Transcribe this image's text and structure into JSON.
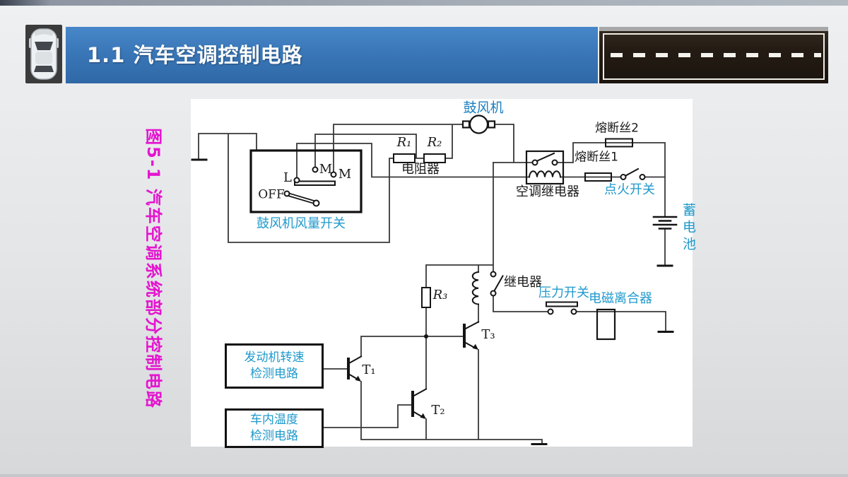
{
  "header": {
    "title": "1.1  汽车空调控制电路"
  },
  "caption": {
    "text": "图5-1  汽车空调系统部分控制电路"
  },
  "colors": {
    "header_blue": "#3a77b8",
    "road_dark": "#241c14",
    "caption_magenta": "#e415cf",
    "label_cyan": "#2099cb",
    "label_blue": "#1a7fc0",
    "label_black": "#1a1a1a",
    "wire": "#383838"
  },
  "circuit": {
    "blower": "鼓风机",
    "blower_switch": "鼓风机风量开关",
    "sw_l": "L",
    "sw_m1": "M",
    "sw_m2": "M",
    "sw_off": "OFF",
    "r1": "R₁",
    "r2": "R₂",
    "r3": "R₃",
    "resistor": "电阻器",
    "ac_relay": "空调继电器",
    "fuse2": "熔断丝2",
    "fuse1": "熔断丝1",
    "ignition": "点火开关",
    "battery": "蓄电池",
    "relay": "继电器",
    "pressure_switch": "压力开关",
    "clutch": "电磁离合器",
    "t1": "T₁",
    "t2": "T₂",
    "t3": "T₃",
    "engine_box": {
      "line1": "发动机转速",
      "line2": "检测电路"
    },
    "temp_box": {
      "line1": "车内温度",
      "line2": "检测电路"
    }
  }
}
